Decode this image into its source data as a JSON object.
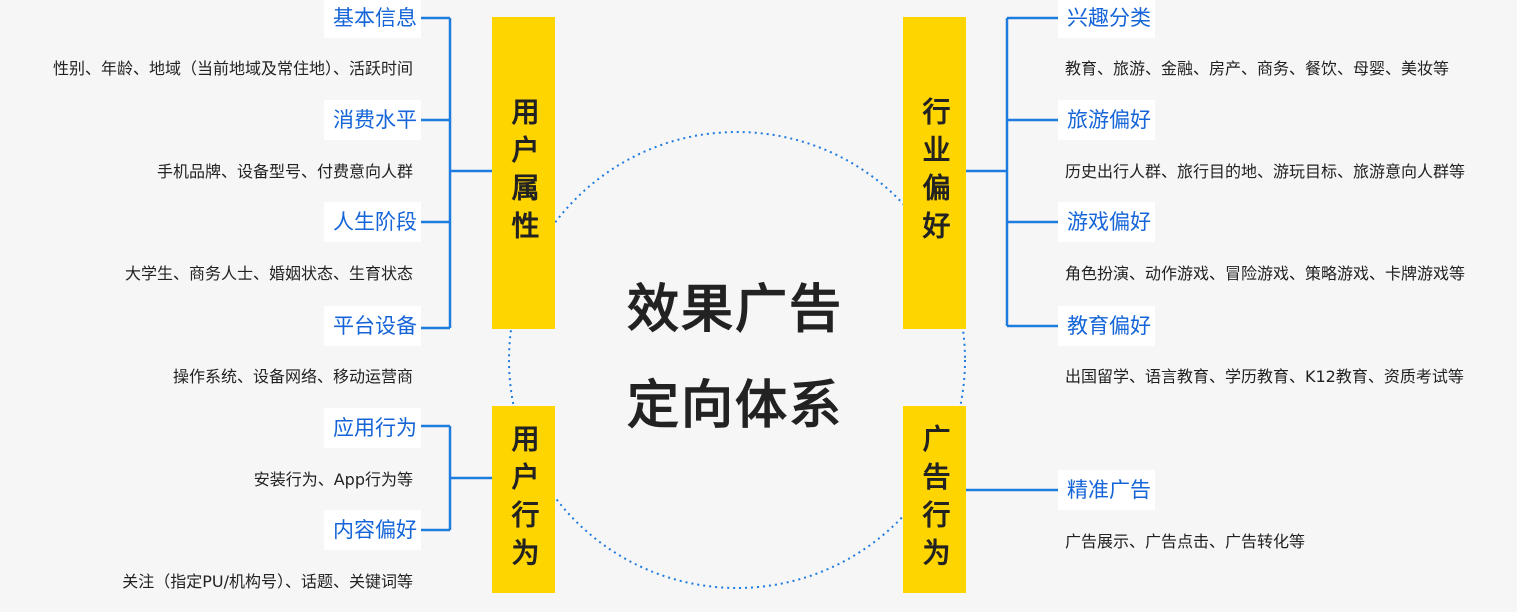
{
  "center_title": {
    "line1": "效果广告",
    "line2": "定向体系"
  },
  "colors": {
    "category_bg": "#FFD500",
    "subcategory_text": "#1565d8",
    "connector": "#1e7be0",
    "circle": "#1e7be0"
  },
  "categories": {
    "user_attributes": "用户属性",
    "industry_preference": "行业偏好",
    "user_behavior": "用户行为",
    "ad_behavior": "广告行为"
  },
  "user_attributes": {
    "basic_info": {
      "label": "基本信息",
      "desc": "性别、年龄、地域（当前地域及常住地）、活跃时间"
    },
    "consumption": {
      "label": "消费水平",
      "desc": "手机品牌、设备型号、付费意向人群"
    },
    "life_stage": {
      "label": "人生阶段",
      "desc": "大学生、商务人士、婚姻状态、生育状态"
    },
    "platform_device": {
      "label": "平台设备",
      "desc": "操作系统、设备网络、移动运营商"
    }
  },
  "user_behavior": {
    "app_behavior": {
      "label": "应用行为",
      "desc": "安装行为、App行为等"
    },
    "content_preference": {
      "label": "内容偏好",
      "desc": "关注（指定PU/机构号）、话题、关键词等"
    }
  },
  "industry_preference": {
    "interest": {
      "label": "兴趣分类",
      "desc": "教育、旅游、金融、房产、商务、餐饮、母婴、美妆等"
    },
    "travel": {
      "label": "旅游偏好",
      "desc": "历史出行人群、旅行目的地、游玩目标、旅游意向人群等"
    },
    "game": {
      "label": "游戏偏好",
      "desc": "角色扮演、动作游戏、冒险游戏、策略游戏、卡牌游戏等"
    },
    "education": {
      "label": "教育偏好",
      "desc": "出国留学、语言教育、学历教育、K12教育、资质考试等"
    }
  },
  "ad_behavior": {
    "precise_ads": {
      "label": "精准广告",
      "desc": "广告展示、广告点击、广告转化等"
    }
  }
}
